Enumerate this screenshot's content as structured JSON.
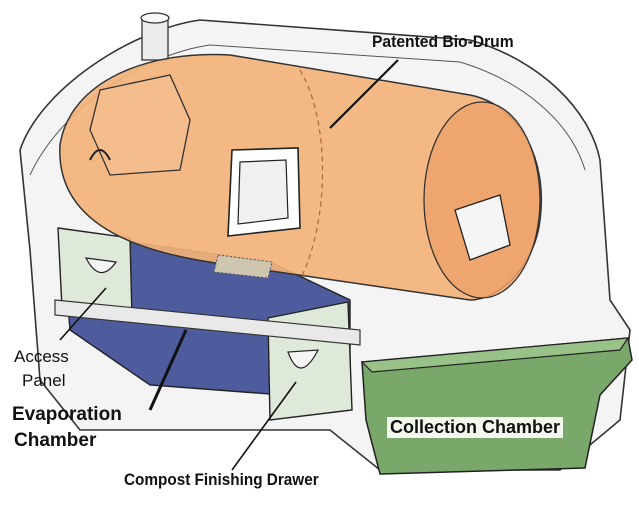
{
  "labels": {
    "bio_drum": "Patented Bio-Drum",
    "access_panel_line1": "Access",
    "access_panel_line2": "Panel",
    "evaporation_line1": "Evaporation",
    "evaporation_line2": "Chamber",
    "compost_drawer": "Compost Finishing Drawer",
    "collection_chamber": "Collection Chamber"
  },
  "colors": {
    "drum": "#f2b27a",
    "drum_dark": "#d98a4a",
    "evaporation": "#4a5a9e",
    "collection": "#7aa86a",
    "panel": "#dde8d8",
    "outline": "#222222"
  }
}
